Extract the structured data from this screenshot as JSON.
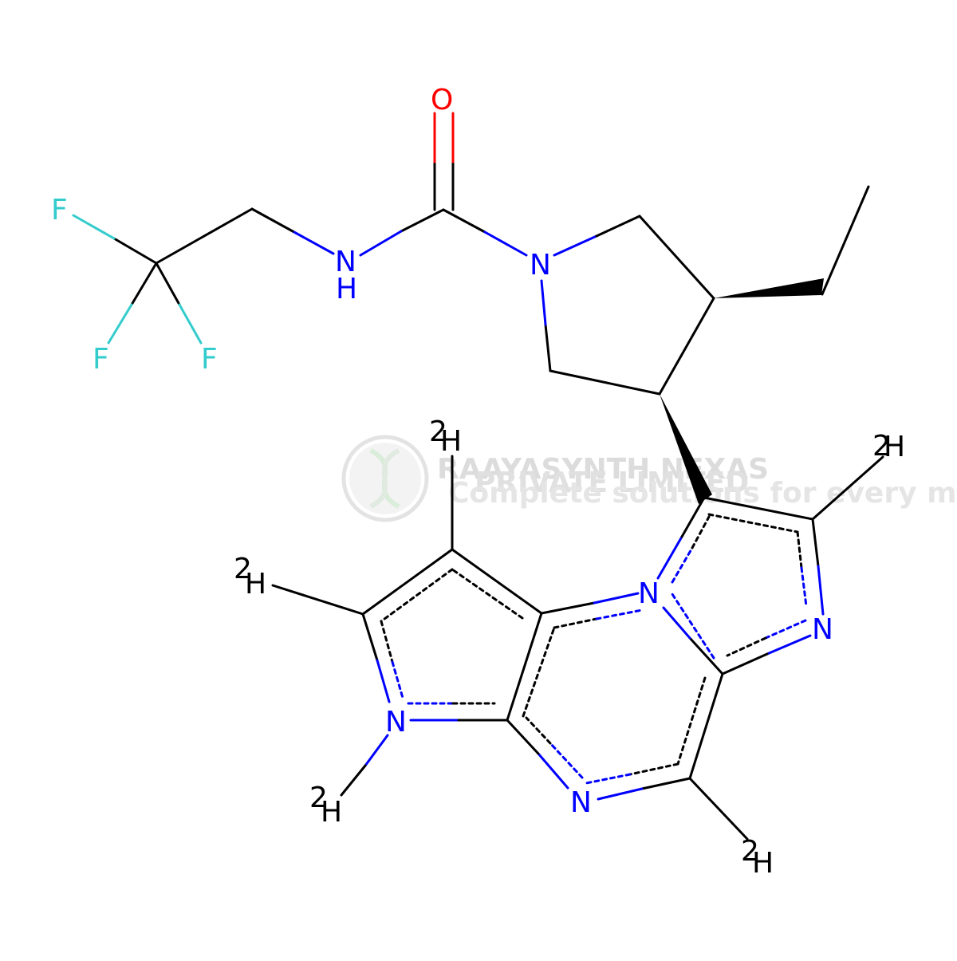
{
  "colors": {
    "carbon": "#000000",
    "nitrogen": "#0000ff",
    "oxygen": "#ff0000",
    "fluorine": "#33cccc",
    "watermark": "#dcdcdc"
  },
  "atoms": {
    "o1": "O",
    "n_amide": "N",
    "h_amide": "H",
    "n_pyrrolidine": "N",
    "f1": "F",
    "f2": "F",
    "f3": "F",
    "d_imid": "H",
    "d_pyr_top": "H",
    "d_pyr_left": "H",
    "d_nh": "H",
    "d_pyz": "H",
    "n_pyrrole": "N",
    "n_bridge": "N",
    "n_imid": "N",
    "n_pyrazine": "N",
    "isotope_mark": "2"
  },
  "watermark": {
    "name": "RAAYASYNTH NEXAS",
    "subtitle": "PRIVATE LIMITED",
    "tagline": "Complete solutions for every molecule's journey"
  }
}
